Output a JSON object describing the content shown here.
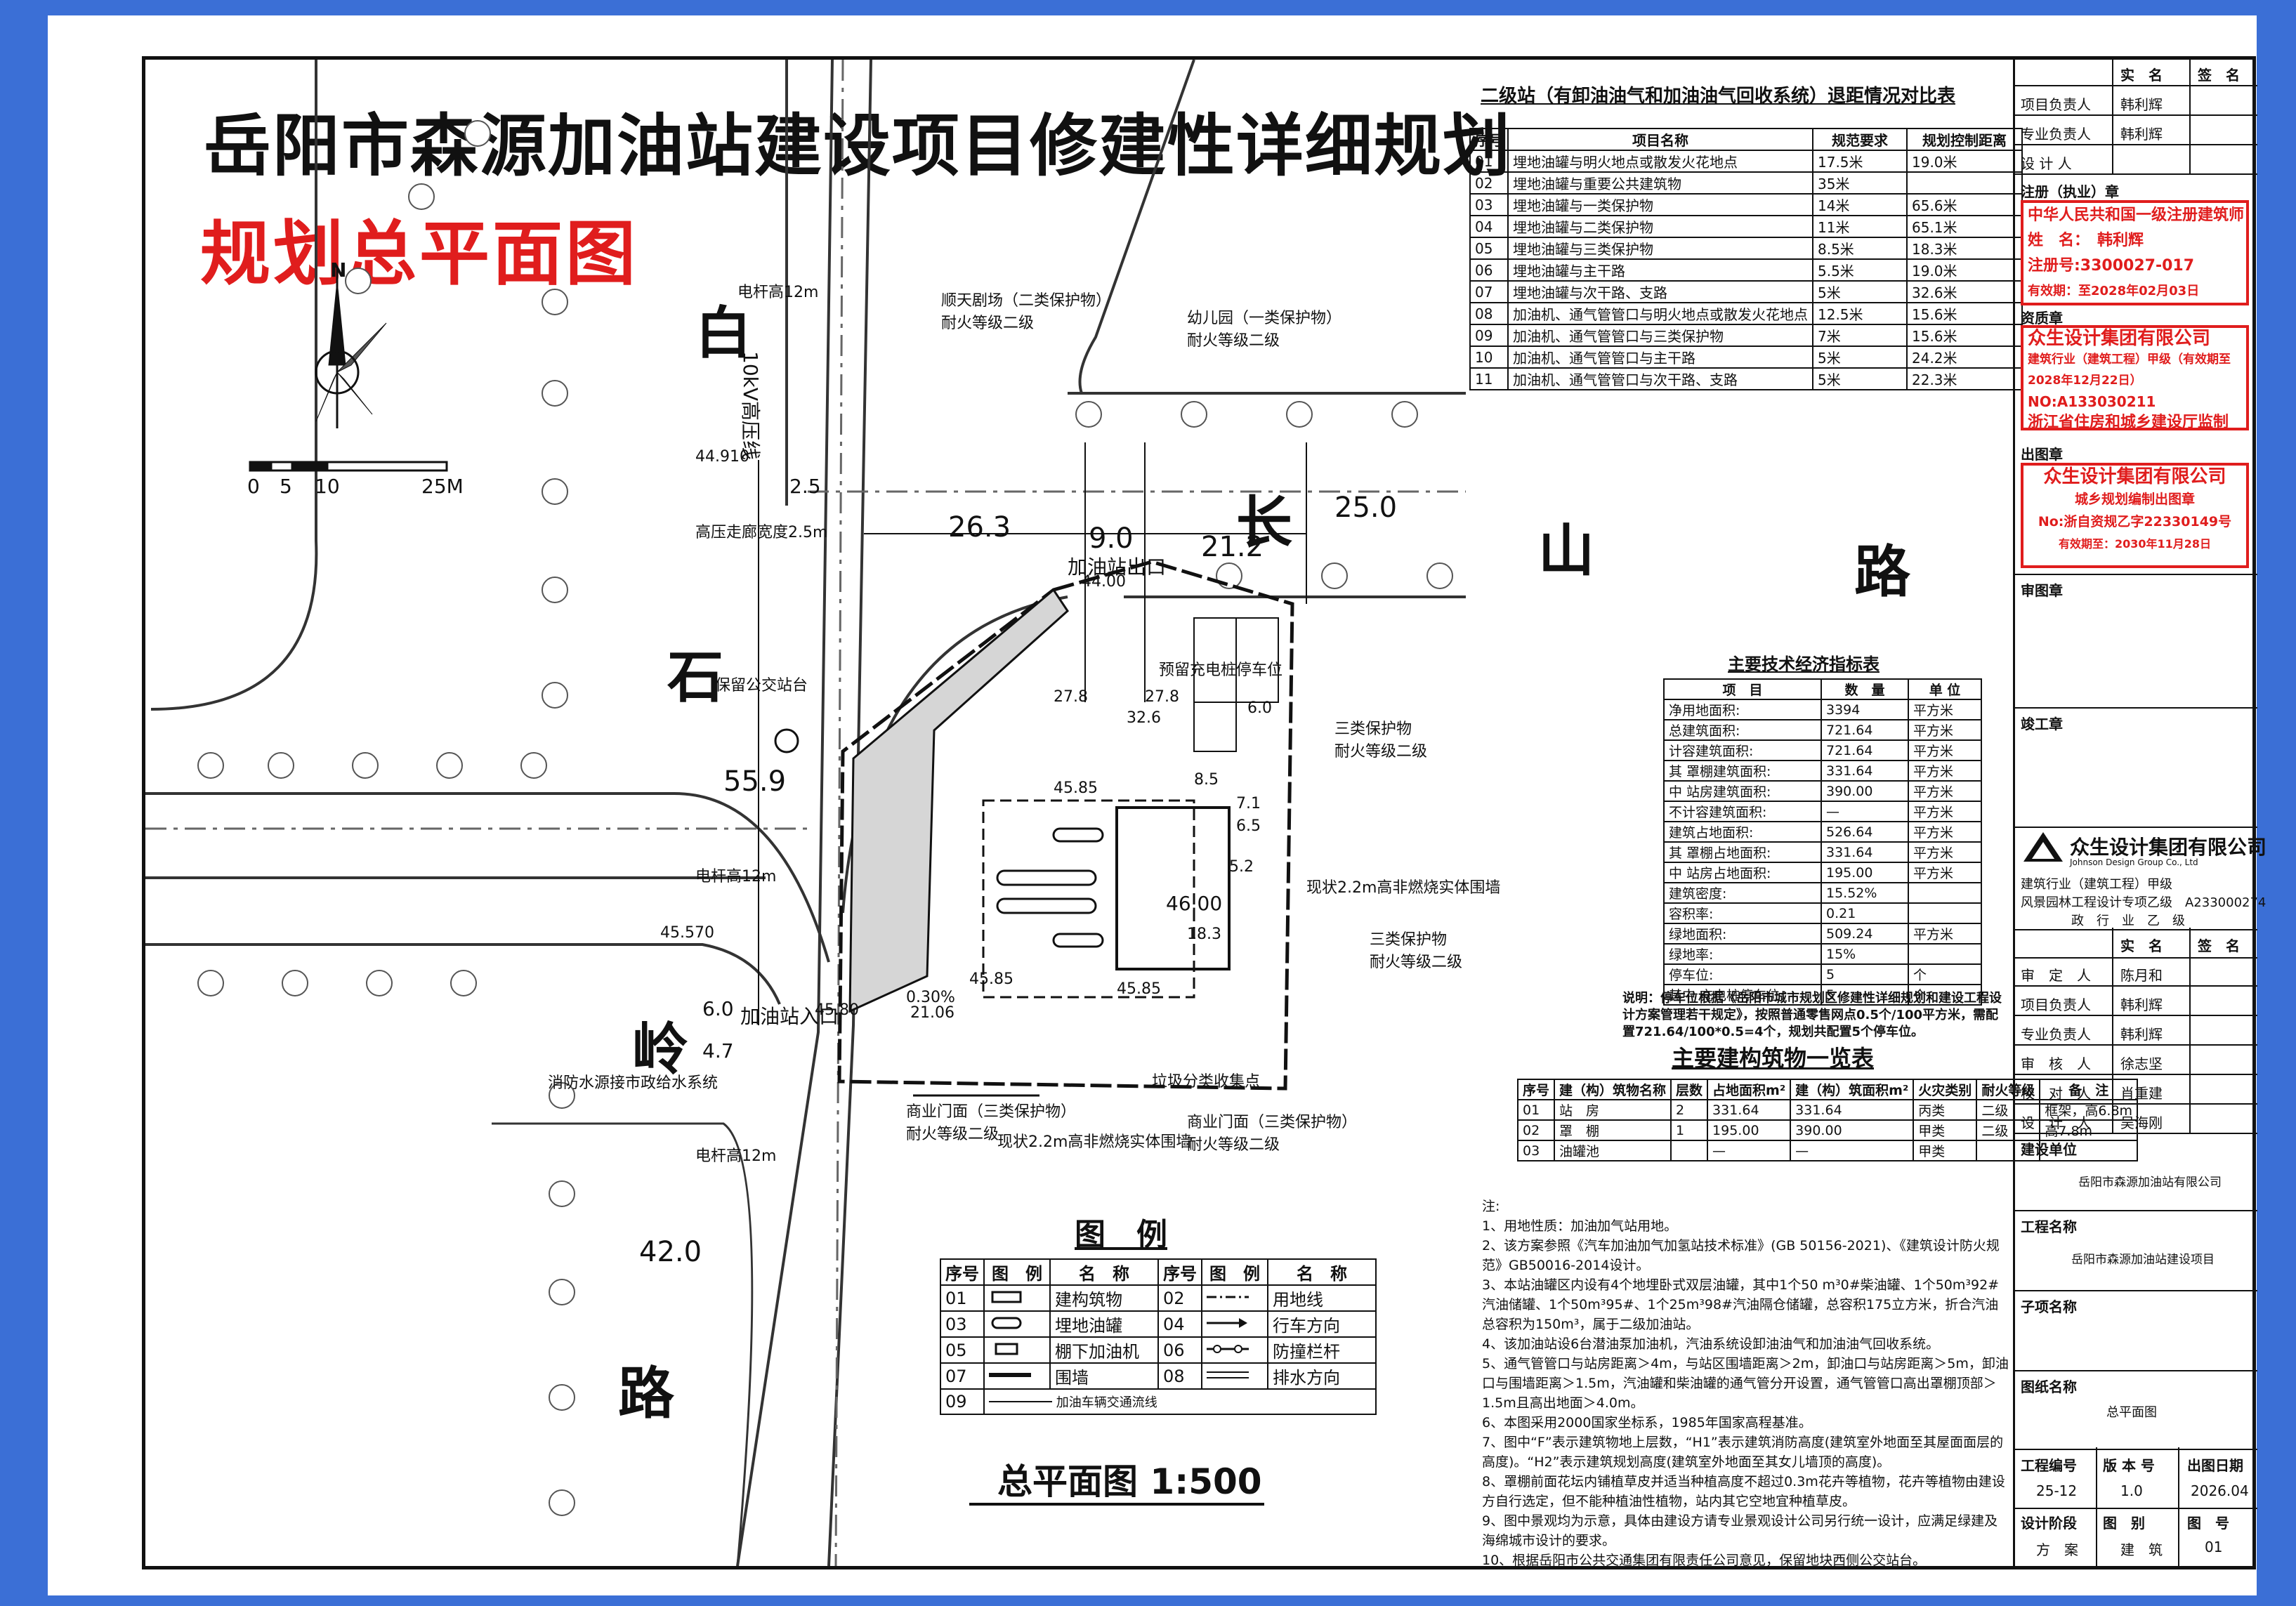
{
  "title": "岳阳市森源加油站建设项目修建性详细规划",
  "subtitle": "规划总平面图",
  "roads": {
    "bai": "白",
    "shi": "石",
    "ling": "岭",
    "lu_left": "路",
    "chang": "长",
    "shan": "山",
    "lu_right": "路"
  },
  "scale_bar": {
    "north": "N",
    "labels": [
      "0",
      "5",
      "10",
      "25M"
    ]
  },
  "map_labels": {
    "hv_line": "10kV高压线",
    "pole1": "电杆高12m",
    "pole2": "电杆高12m",
    "pole3": "电杆高12m",
    "corridor": "高压走廊宽度2.5m",
    "bus_stop": "保留公交站台",
    "exit": "加油站出口",
    "entrance": "加油站入口",
    "water": "消防水源接市政给水系统",
    "kindergarten": "幼儿园（一类保护物）\n耐火等级二级",
    "shuntian": "顺天剧场（二类保护物）\n耐火等级二级",
    "class3_1": "三类保护物\n耐火等级二级",
    "class3_2": "三类保护物\n耐火等级二级",
    "shop1": "商业门面（三类保护物）\n耐火等级二级",
    "shop2": "商业门面（三类保护物）\n耐火等级二级",
    "wall1": "现状2.2m高非燃烧实体围墙",
    "wall2": "现状2.2m高非燃烧实体围墙",
    "charging": "预留充电桩停车位",
    "garbage": "垃圾分类收集点",
    "slope": "0.30%",
    "dims": [
      "44.910",
      "2.5",
      "26.3",
      "9.0",
      "21.2",
      "25.0",
      "55.9",
      "45.570",
      "4.7",
      "6.0",
      "42.0",
      "45.85",
      "45.85",
      "45.85",
      "45.80",
      "21.06",
      "46.00",
      "18.3",
      "6.0",
      "7.1",
      "6.5",
      "5.2",
      "27.8",
      "32.6",
      "27.8",
      "8.5",
      "44.00"
    ]
  },
  "setback": {
    "title": "二级站（有卸油油气和加油油气回收系统）退距情况对比表",
    "headers": [
      "序号",
      "项目名称",
      "规范要求",
      "规划控制距离"
    ],
    "rows": [
      [
        "01",
        "埋地油罐与明火地点或散发火花地点",
        "17.5米",
        "19.0米"
      ],
      [
        "02",
        "埋地油罐与重要公共建筑物",
        "35米",
        ""
      ],
      [
        "03",
        "埋地油罐与一类保护物",
        "14米",
        "65.6米"
      ],
      [
        "04",
        "埋地油罐与二类保护物",
        "11米",
        "65.1米"
      ],
      [
        "05",
        "埋地油罐与三类保护物",
        "8.5米",
        "18.3米"
      ],
      [
        "06",
        "埋地油罐与主干路",
        "5.5米",
        "19.0米"
      ],
      [
        "07",
        "埋地油罐与次干路、支路",
        "5米",
        "32.6米"
      ],
      [
        "08",
        "加油机、通气管管口与明火地点或散发火花地点",
        "12.5米",
        "15.6米"
      ],
      [
        "09",
        "加油机、通气管管口与三类保护物",
        "7米",
        "15.6米"
      ],
      [
        "10",
        "加油机、通气管管口与主干路",
        "5米",
        "24.2米"
      ],
      [
        "11",
        "加油机、通气管管口与次干路、支路",
        "5米",
        "22.3米"
      ]
    ]
  },
  "tech": {
    "title": "主要技术经济指标表",
    "headers": [
      "项　目",
      "数　量",
      "单 位"
    ],
    "rows": [
      [
        "净用地面积:",
        "3394",
        "平方米"
      ],
      [
        "总建筑面积:",
        "721.64",
        "平方米"
      ],
      [
        "计容建筑面积:",
        "721.64",
        "平方米"
      ],
      [
        "其 罩棚建筑面积:",
        "331.64",
        "平方米"
      ],
      [
        "中 站房建筑面积:",
        "390.00",
        "平方米"
      ],
      [
        "不计容建筑面积:",
        "—",
        "平方米"
      ],
      [
        "建筑占地面积:",
        "526.64",
        "平方米"
      ],
      [
        "其 罩棚占地面积:",
        "331.64",
        "平方米"
      ],
      [
        "中 站房占地面积:",
        "195.00",
        "平方米"
      ],
      [
        "建筑密度:",
        "15.52%",
        ""
      ],
      [
        "容积率:",
        "0.21",
        ""
      ],
      [
        "绿地面积:",
        "509.24",
        "平方米"
      ],
      [
        "绿地率:",
        "15%",
        ""
      ],
      [
        "停车位:",
        "5",
        "个"
      ],
      [
        "其中 充电桩停车位:",
        "5",
        "个"
      ]
    ],
    "note": "说明：停车位根据《岳阳市城市规划区修建性详细规划和建设工程设计方案管理若干规定》，按照普通零售网点0.5个/100平方米，需配置721.64/100*0.5=4个，规划共配置5个停车位。"
  },
  "bldg": {
    "title": "主要建构筑物一览表",
    "headers": [
      "序号",
      "建（构）筑物名称",
      "层数",
      "占地面积m²",
      "建（构）筑面积m²",
      "火灾类别",
      "耐火等级",
      "备　注"
    ],
    "rows": [
      [
        "01",
        "站　房",
        "2",
        "331.64",
        "331.64",
        "丙类",
        "二级",
        "框架，高6.8m"
      ],
      [
        "02",
        "罩　棚",
        "1",
        "195.00",
        "390.00",
        "甲类",
        "二级",
        "高7.8m"
      ],
      [
        "03",
        "油罐池",
        "",
        "—",
        "—",
        "甲类",
        "",
        ""
      ]
    ]
  },
  "legend": {
    "title": "图　例",
    "headers": [
      "序号",
      "图　例",
      "名　称",
      "序号",
      "图　例",
      "名　称"
    ],
    "rows": [
      [
        "01",
        "建构筑物",
        "02",
        "用地线"
      ],
      [
        "03",
        "埋地油罐",
        "04",
        "行车方向"
      ],
      [
        "05",
        "棚下加油机",
        "06",
        "防撞栏杆"
      ],
      [
        "07",
        "围墙",
        "08",
        "排水方向"
      ],
      [
        "09",
        "加油车辆交通流线",
        "",
        ""
      ]
    ]
  },
  "scale_title": "总平面图  1:500",
  "notes": {
    "head": "注:",
    "items": [
      "1、用地性质：加油加气站用地。",
      "2、该方案参照《汽车加油加气加氢站技术标准》(GB 50156-2021)、《建筑设计防火规范》GB50016-2014设计。",
      "3、本站油罐区内设有4个地埋卧式双层油罐，其中1个50 m³0#柴油罐、1个50m³92#汽油储罐、1个50m³95#、1个25m³98#汽油隔仓储罐，总容积175立方米，折合汽油总容积为150m³，属于二级加油站。",
      "4、该加油站设6台潜油泵加油机，汽油系统设卸油油气和加油油气回收系统。",
      "5、通气管管口与站房距离＞4m，与站区围墙距离＞2m，卸油口与站房距离＞5m，卸油口与围墙距离＞1.5m，汽油罐和柴油罐的通气管分开设置，通气管管口高出罩棚顶部＞1.5m且高出地面＞4.0m。",
      "6、本图采用2000国家坐标系，1985年国家高程基准。",
      "7、图中“F”表示建筑物地上层数，“H1”表示建筑消防高度(建筑室外地面至其屋面面层的高度)。“H2”表示建筑规划高度(建筑室外地面至其女儿墙顶的高度)。",
      "8、罩棚前面花坛内铺植草皮并适当种植高度不超过0.3m花卉等植物，花卉等植物由建设方自行选定，但不能种植油性植物，站内其它空地宜种植草皮。",
      "9、图中景观均为示意，具体由建设方请专业景观设计公司另行统一设计，应满足绿建及海绵城市设计的要求。",
      "10、根据岳阳市公共交通集团有限责任公司意见，保留地块西侧公交站台。"
    ]
  },
  "titleblock": {
    "h_role": "",
    "h_name": "实　名",
    "h_sign": "签　名",
    "top_rows": [
      [
        "项目负责人",
        "韩利辉"
      ],
      [
        "专业负责人",
        "韩利辉"
      ],
      [
        "设 计 人",
        ""
      ]
    ],
    "reg_stamp_label": "注册（执业）章",
    "reg_stamp": [
      "中华人民共和国一级注册建筑师",
      "姓　名：　韩利辉",
      "注册号:3300027-017",
      "有效期：至2028年02月03日"
    ],
    "qual_stamp_label": "资质章",
    "qual_stamp": [
      "众生设计集团有限公司",
      "建筑行业（建筑工程）甲级（有效期至2028年12月22日）",
      "NO:A133030211",
      "浙江省住房和城乡建设厅监制"
    ],
    "out_label": "出图章",
    "out_stamp": [
      "众生设计集团有限公司",
      "城乡规划编制出图章",
      "No:浙自资规乙字22330149号",
      "有效期至：2030年11月28日"
    ],
    "review": "审图章",
    "done": "竣工章",
    "company": "众生设计集团有限公司",
    "company_en": "Johnson Design Group Co., Ltd",
    "quals": [
      "建筑行业（建筑工程）甲级",
      "风景园林工程设计专项乙级　A233000274",
      "政　行　业　乙　级"
    ],
    "h2_name": "实　名",
    "h2_sign": "签　名",
    "staff": [
      [
        "审　定　人",
        "陈月和"
      ],
      [
        "项目负责人",
        "韩利辉"
      ],
      [
        "专业负责人",
        "韩利辉"
      ],
      [
        "审　核　人",
        "徐志坚"
      ],
      [
        "校　对　人",
        "肖重建"
      ],
      [
        "设　计　人",
        "吴海刚"
      ]
    ],
    "unit_label": "建设单位",
    "unit": "岳阳市森源加油站有限公司",
    "project_label": "工程名称",
    "project": "岳阳市森源加油站建设项目",
    "sub_label": "子项名称",
    "drawing_label": "图纸名称",
    "drawing": "总平面图",
    "num_h": [
      "工程编号",
      "版 本 号",
      "出图日期"
    ],
    "num_v": [
      "25-12",
      "1.0",
      "2026.04"
    ],
    "stage_h": [
      "设计阶段",
      "图　别",
      "图　号"
    ],
    "stage_v": [
      "方　案",
      "建　筑",
      "01"
    ]
  },
  "colors": {
    "frame_bg": "#3b6fd6",
    "stamp_red": "#e01d1d"
  }
}
